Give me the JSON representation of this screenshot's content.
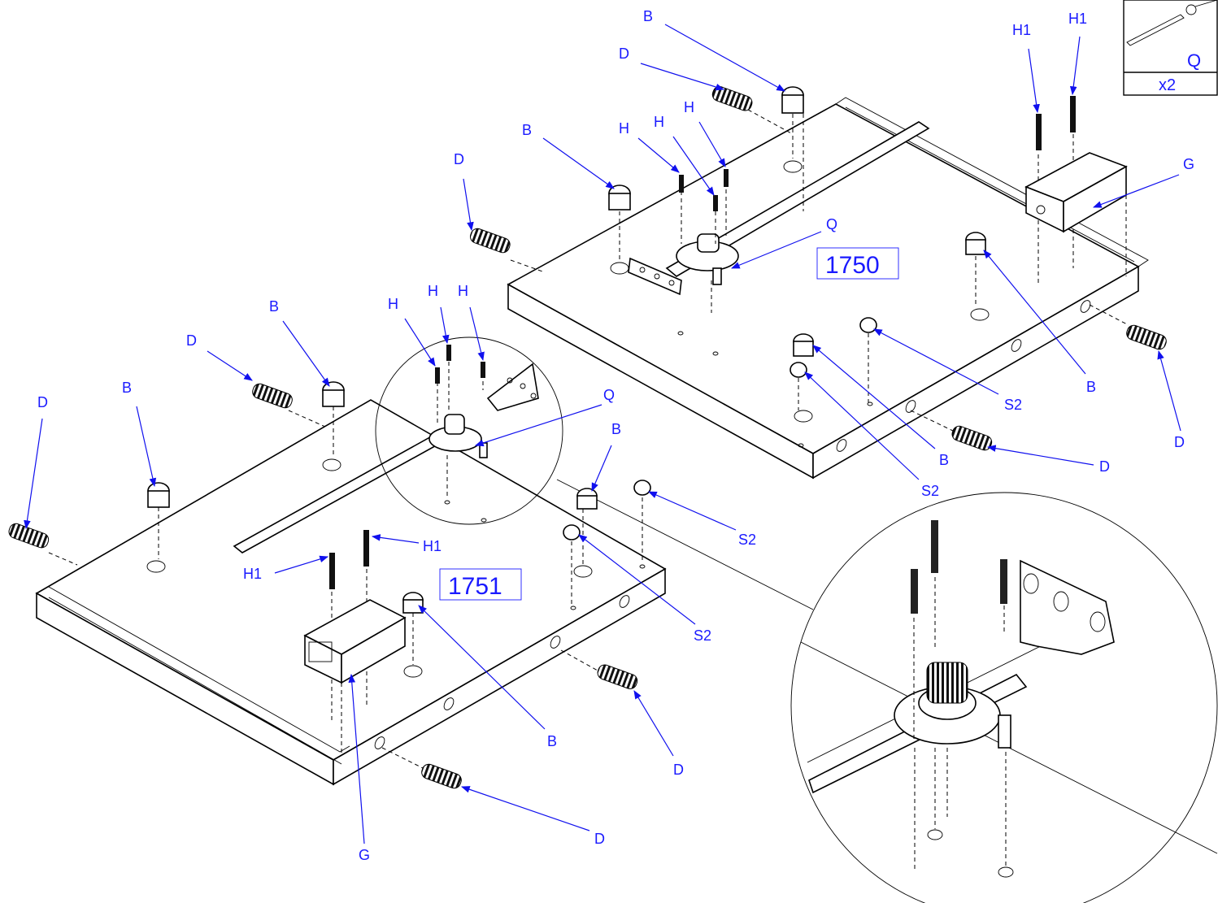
{
  "part_numbers": {
    "top_panel": "1750",
    "bottom_panel": "1751"
  },
  "inset_box": {
    "label": "Q",
    "quantity": "x2"
  },
  "callouts": {
    "top_B1": "B",
    "top_D1": "D",
    "top_B2": "B",
    "top_D2": "D",
    "top_H1": "H",
    "top_H2": "H",
    "top_H3": "H",
    "top_H1a": "H1",
    "top_H1b": "H1",
    "top_G": "G",
    "top_Q": "Q",
    "top_B3": "B",
    "top_B4": "B",
    "top_S2a": "S2",
    "top_S2b": "S2",
    "top_D3": "D",
    "top_D4": "D",
    "bot_B1": "B",
    "bot_D1": "D",
    "bot_B2": "B",
    "bot_D2": "D",
    "bot_H1": "H",
    "bot_H2": "H",
    "bot_H3": "H",
    "bot_Q": "Q",
    "bot_B3": "B",
    "bot_S2a": "S2",
    "bot_S2b": "S2",
    "bot_H1a": "H1",
    "bot_H1b": "H1",
    "bot_B4": "B",
    "bot_G": "G",
    "bot_D3": "D",
    "bot_D4": "D"
  },
  "colors": {
    "callout": "#1a1aff",
    "line": "#000000",
    "background": "#ffffff"
  }
}
